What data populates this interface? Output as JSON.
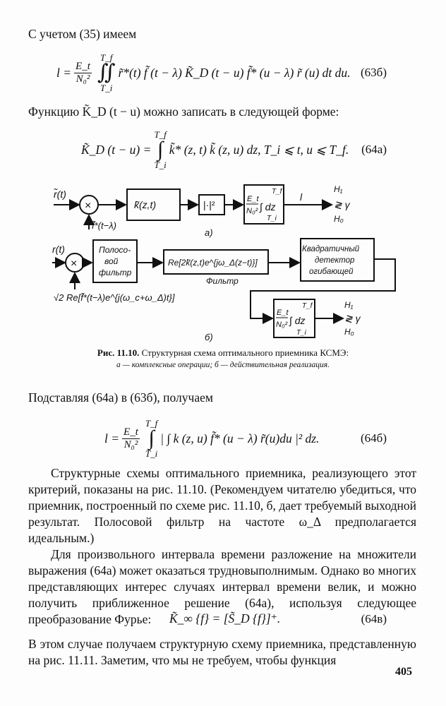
{
  "line1": "С учетом (35) имеем",
  "eq63b": {
    "lhs": "l =",
    "num": "E_t",
    "den": "N₀²",
    "upper": "T_f",
    "lower": "T_i",
    "integral": "∬",
    "body": "r̃*(t) f̃ (t − λ) K̃_D (t − u) f̃* (u − λ) r̃ (u) dt du.",
    "no": "(63б)"
  },
  "line2": "Функцию K̃_D (t − u) можно записать в следующей форме:",
  "eq64a": {
    "lhs": "K̃_D (t − u) =",
    "upper": "T_f",
    "lower": "T_i",
    "integral": "∫",
    "body": "k̃* (z, t) k̃ (z, u) dz,   T_i ⩽ t,  u ⩽ T_f.",
    "no": "(64а)"
  },
  "diagram": {
    "a": {
      "input": "r̃(t)",
      "mult": "×",
      "ref": "f̃*(t−λ)",
      "filter": "k̃(z,t)",
      "square": "|·|²",
      "int_num": "E_t",
      "int_den": "N₀²",
      "int_body": "∫ dz",
      "int_up": "T_f",
      "int_lo": "T_i",
      "out": "l",
      "h1": "H₁",
      "cmp": "≷ γ",
      "h0": "H₀",
      "label": "а)"
    },
    "b": {
      "input": "r(t)",
      "mult": "×",
      "bp1": "Полосо-",
      "bp2": "вой",
      "bp3": "фильтр",
      "filter": "Re[2k̃(z,t)e^{jω_Δ(z−t)}]",
      "filter_label": "Фильтр",
      "det1": "Квадратичный",
      "det2": "детектор",
      "det3": "огибающей",
      "ref": "√2 Re[f̃*(t−λ)e^{j(ω_c+ω_Δ)t}]",
      "int_num": "E_t",
      "int_den": "N₀²",
      "int_body": "∫ dz",
      "int_up": "T_f",
      "int_lo": "T_i",
      "h1": "H₁",
      "cmp": "≷ γ",
      "h0": "H₀",
      "label": "б)"
    }
  },
  "caption": {
    "fig": "Рис. 11.10.",
    "title": "Структурная схема оптимального приемника КСМЭ:",
    "sub": "а — комплексные операции; б — действительная реализация."
  },
  "line3": "Подставляя (64а) в (63б), получаем",
  "eq64b": {
    "lhs": "l =",
    "num": "E_t",
    "den": "N₀²",
    "upper": "T_f",
    "lower": "T_i",
    "integral": "∫",
    "body": "| ∫ k (z, u) f̃* (u − λ) r̃(u)du |² dz.",
    "no": "(64б)"
  },
  "para1": "Структурные схемы оптимального приемника, реализующего этот критерий, показаны на рис. 11.10. (Рекомендуем читателю убедиться, что приемник, построенный по схеме рис. 11.10, б, дает требуемый выходной результат. Полосовой фильтр на частоте ω_Δ предполагается идеальным.)",
  "para2": "Для произвольного интервала времени разложение на множители выражения (64а) может оказаться трудновыполнимым. Однако во многих представляющих интерес случаях интервал времени велик, и можно получить приближенное решение (64а), используя следующее преобразование Фурье:",
  "eq64v": {
    "body": "K̃_∞ {f} = [S̃_D {f}]⁺.",
    "no": "(64в)"
  },
  "para3": "В этом случае получаем структурную схему приемника, представленную на рис. 11.11. Заметим, что мы не требуем, чтобы функция",
  "page_number": "405"
}
